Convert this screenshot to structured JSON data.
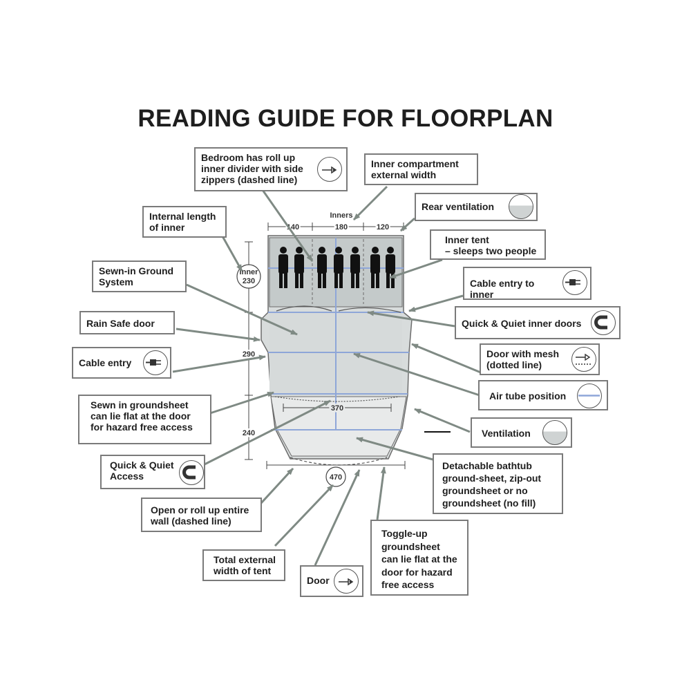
{
  "title": "READING GUIDE FOR FLOORPLAN",
  "dimensions": {
    "inners_label": "Inners",
    "inner_width_1": "140",
    "inner_width_2": "180",
    "inner_width_3": "120",
    "inner_length": "Inner\n230",
    "living_length": "290",
    "porch_length": "240",
    "internal_width": "370",
    "external_width": "470"
  },
  "callouts": {
    "bedroom_divider": "Bedroom has roll up\ninner divider with side\nzippers (dashed line)",
    "inner_compartment_width": "Inner compartment\nexternal width",
    "rear_ventilation": "Rear ventilation",
    "internal_length": "Internal length\nof inner",
    "inner_tent": "Inner tent\n– sleeps two people",
    "sewn_in_ground": "Sewn-in Ground\nSystem",
    "cable_entry_inner": "Cable entry to inner",
    "rain_safe_door": "Rain Safe door",
    "quick_quiet_inner_doors": "Quick & Quiet inner doors",
    "cable_entry": "Cable entry",
    "door_with_mesh": "Door with mesh\n(dotted line)",
    "air_tube": "Air tube position",
    "sewn_groundsheet": "Sewn in groundsheet\ncan lie flat at the door\nfor hazard free access",
    "ventilation": "Ventilation",
    "quick_quiet_access": "Quick & Quiet\nAccess",
    "bathtub": "Detachable bathtub\nground-sheet, zip-out\ngroundsheet or no\ngroundsheet (no fill)",
    "roll_up_wall": "Open or roll up entire\nwall (dashed line)",
    "toggle_up": "Toggle-up\ngroundsheet\ncan lie flat at the\ndoor for hazard\nfree access",
    "total_width": "Total external\nwidth of tent",
    "door": "Door"
  },
  "colors": {
    "arrow": "#7f8a84",
    "tent_fill": "#d4d8d8",
    "bedroom_fill": "#c2c8c8",
    "air_tube": "#8ea6d8",
    "border": "#7a7a7a"
  },
  "icons": [
    "zip-icon",
    "vent-icon",
    "plug-icon",
    "magnet-icon",
    "mesh-door-icon",
    "air-tube-icon"
  ]
}
